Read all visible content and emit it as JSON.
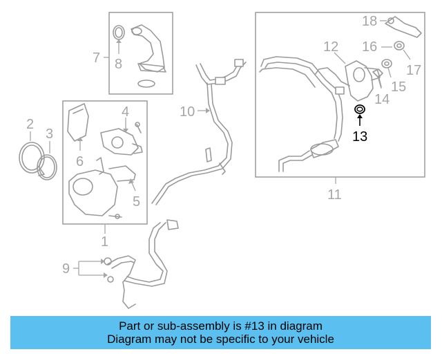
{
  "callouts": {
    "c1": "1",
    "c2": "2",
    "c3": "3",
    "c4": "4",
    "c5": "5",
    "c6": "6",
    "c7": "7",
    "c8": "8",
    "c9": "9",
    "c10": "10",
    "c11": "11",
    "c12": "12",
    "c13": "13",
    "c14": "14",
    "c15": "15",
    "c16": "16",
    "c17": "17",
    "c18": "18"
  },
  "highlighted_part": "13",
  "banner": {
    "line1": "Part or sub-assembly is #13 in diagram",
    "line2": "Diagram may not be specific to your vehicle"
  },
  "colors": {
    "banner_bg": "#5bc0f0",
    "line_gray": "#9a9a9a",
    "highlight": "#000000"
  }
}
